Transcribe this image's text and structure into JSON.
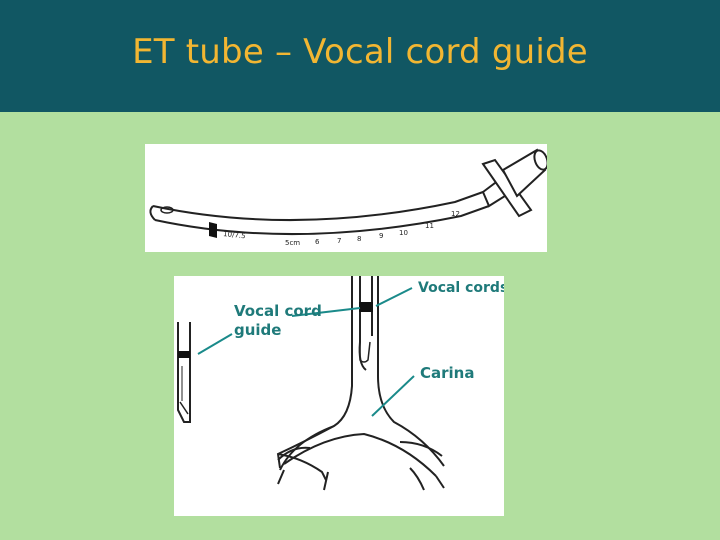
{
  "slide": {
    "title": "ET tube – Vocal cord guide"
  },
  "tube_figure": {
    "size_marking": "10/7.5",
    "scale_labels": [
      "5cm",
      "6",
      "7",
      "8",
      "9",
      "10",
      "11",
      "12"
    ]
  },
  "airway_figure": {
    "labels": {
      "vocal_cord_guide_line1": "Vocal cord",
      "vocal_cord_guide_line2": "guide",
      "vocal_cords": "Vocal cords",
      "carina": "Carina"
    }
  },
  "colors": {
    "title_bar": "#115763",
    "title_text": "#f2b632",
    "background": "#b2df9f",
    "annotation": "#1a8a8a"
  }
}
